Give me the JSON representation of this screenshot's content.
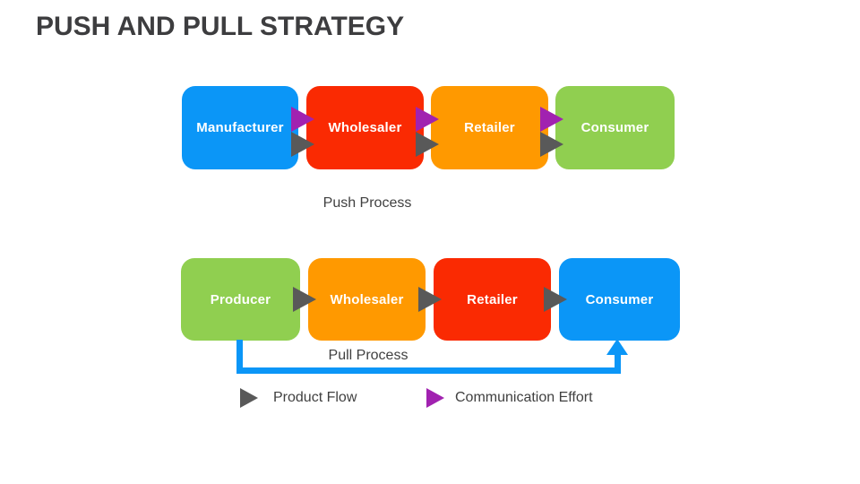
{
  "slide": {
    "title": "PUSH AND PULL STRATEGY"
  },
  "colors": {
    "blue": "#0b96f7",
    "red": "#fa2a02",
    "orange": "#ff9900",
    "green": "#90cf50",
    "purple": "#a122b0",
    "gray": "#595959",
    "text_dark": "#404040"
  },
  "push_row": {
    "caption": "Push Process",
    "boxes": [
      {
        "label": "Manufacturer",
        "color": "#0b96f7"
      },
      {
        "label": "Wholesaler",
        "color": "#fa2a02"
      },
      {
        "label": "Retailer",
        "color": "#ff9900"
      },
      {
        "label": "Consumer",
        "color": "#90cf50"
      }
    ]
  },
  "pull_row": {
    "caption": "Pull Process",
    "boxes": [
      {
        "label": "Producer",
        "color": "#90cf50"
      },
      {
        "label": "Wholesaler",
        "color": "#ff9900"
      },
      {
        "label": "Retailer",
        "color": "#fa2a02"
      },
      {
        "label": "Consumer",
        "color": "#0b96f7"
      }
    ]
  },
  "legend": {
    "items": [
      {
        "label": "Product Flow",
        "color": "#595959"
      },
      {
        "label": "Communication Effort",
        "color": "#a122b0"
      }
    ]
  }
}
